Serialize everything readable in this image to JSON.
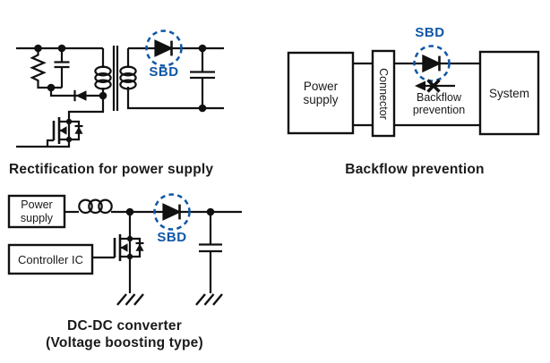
{
  "colors": {
    "sbd_blue": "#0e57a5",
    "line_black": "#111111"
  },
  "sections": {
    "rectification": {
      "title": "Rectification for power supply",
      "sbd": "SBD"
    },
    "backflow": {
      "title": "Backflow prevention",
      "sbd": "SBD",
      "boxes": {
        "power_supply": "Power supply",
        "connector": "Connector",
        "system": "System"
      },
      "annotation": {
        "line1": "Backflow",
        "line2": "prevention"
      }
    },
    "dcdc": {
      "title_line1": "DC-DC converter",
      "title_line2": "(Voltage boosting type)",
      "sbd": "SBD",
      "boxes": {
        "power_supply": "Power supply",
        "controller": "Controller IC"
      }
    }
  }
}
